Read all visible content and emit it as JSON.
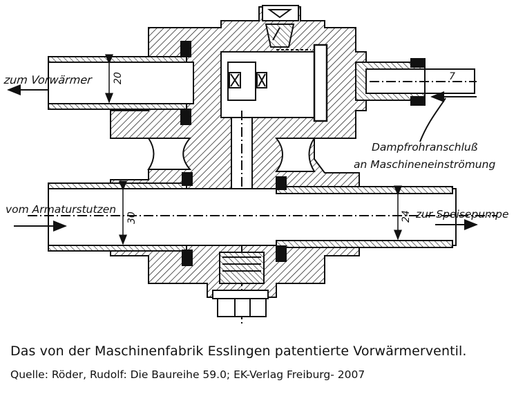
{
  "labels": {
    "zum_vorwaermer": "zum Vorwärmer",
    "dampfrohr_line1": "Dampfrohranschluß",
    "dampfrohr_line2": "an Maschineneinströmung",
    "vom_armatur": "vom Armaturstutzen",
    "zur_speisepumpe": "zur Speisepumpe"
  },
  "dimensions": {
    "upper_pipe": "20",
    "steam_pipe": "7",
    "lower_pipe_left": "30",
    "lower_pipe_right": "24"
  },
  "caption": {
    "title": "Das von der Maschinenfabrik Esslingen patentierte Vorwärmerventil.",
    "source": "Quelle: Röder, Rudolf: Die Baureihe 59.0; EK-Verlag Freiburg- 2007"
  },
  "colors": {
    "ink": "#111111",
    "paper": "#ffffff"
  }
}
